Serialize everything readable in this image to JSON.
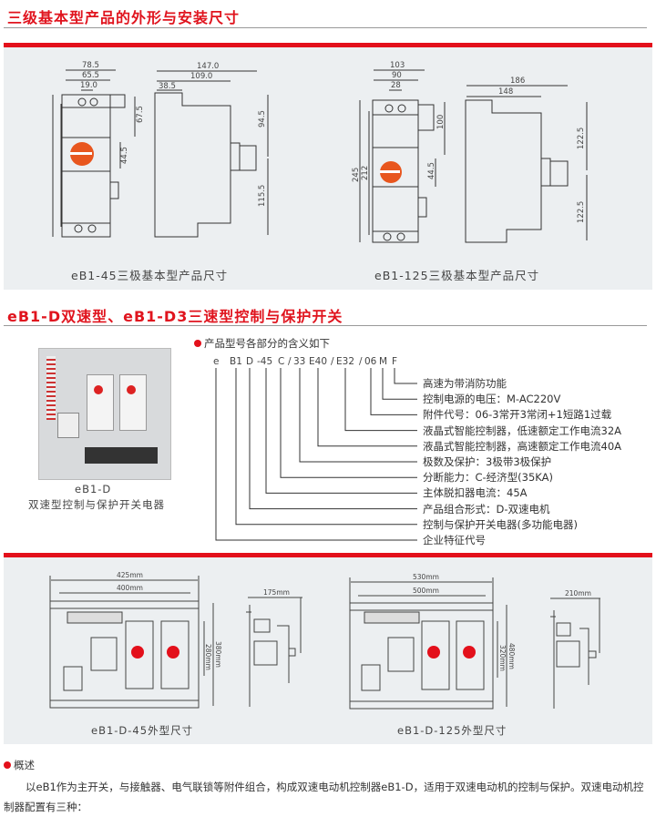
{
  "section1": {
    "title": "三级基本型产品的外形与安装尺寸",
    "fig1": {
      "caption": "eB1-45三极基本型产品尺寸",
      "dims": [
        "78.5",
        "65.5",
        "19.0",
        "67.5",
        "44.5",
        "147.0",
        "109.0",
        "38.5",
        "94.5",
        "115.5"
      ]
    },
    "fig2": {
      "caption": "eB1-125三极基本型产品尺寸",
      "dims": [
        "103",
        "90",
        "28",
        "100",
        "44.5",
        "245",
        "212",
        "186",
        "148",
        "122.5",
        "122.5"
      ]
    }
  },
  "section2": {
    "title": "eB1-D双速型、eB1-D3三速型控制与保护开关",
    "photo_caption": [
      "eB1-D",
      "双速型控制与保护开关电器"
    ],
    "model_heading": "产品型号各部分的含义如下",
    "code_parts": [
      "e",
      "B1",
      "D",
      "-45",
      "C",
      "/",
      "33",
      "E40",
      "/",
      "E32",
      "/",
      "06",
      "M",
      "F"
    ],
    "descriptions": [
      "高速为带消防功能",
      "控制电源的电压：M-AC220V",
      "附件代号：06-3常开3常闭+1短路1过载",
      "液晶式智能控制器，低速额定工作电流32A",
      "液晶式智能控制器，高速额定工作电流40A",
      "极数及保护：3极带3极保护",
      "分断能力：C-经济型(35KA)",
      "主体脱扣器电流：45A",
      "产品组合形式：D-双速电机",
      "控制与保护开关电器(多功能电器)",
      "企业特征代号"
    ]
  },
  "section3": {
    "fig1": {
      "caption": "eB1-D-45外型尺寸",
      "dims": [
        "425mm",
        "400mm",
        "380mm",
        "280mm",
        "175mm"
      ]
    },
    "fig2": {
      "caption": "eB1-D-125外型尺寸",
      "dims": [
        "530mm",
        "500mm",
        "480mm",
        "320mm",
        "210mm"
      ]
    }
  },
  "overview": {
    "heading": "概述",
    "text": "以eB1作为主开关，与接触器、电气联锁等附件组合，构成双速电动机控制器eB1-D，适用于双速电动机的控制与保护。双速电动机控制器配置有三种："
  },
  "colors": {
    "accent": "#e3101b",
    "panel": "#eceff1",
    "knob": "#e8561e"
  }
}
